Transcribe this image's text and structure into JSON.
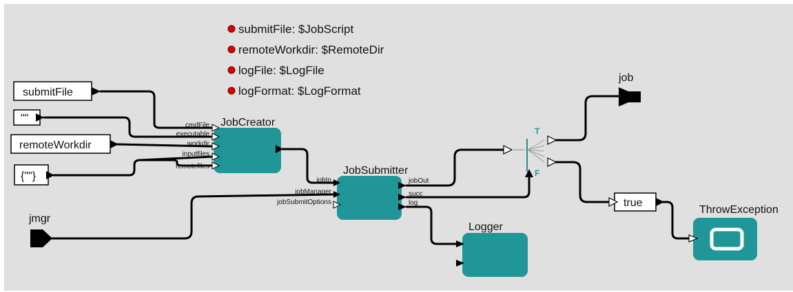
{
  "parameters": [
    {
      "text": "submitFile: $JobScript"
    },
    {
      "text": "remoteWorkdir: $RemoteDir"
    },
    {
      "text": "logFile: $LogFile"
    },
    {
      "text": "logFormat: $LogFormat"
    }
  ],
  "constants": {
    "submit_file": "submitFile",
    "empty_string": "\"\"",
    "remote_workdir": "remoteWorkdir",
    "empty_list": "{\"\"}",
    "true_const": "true"
  },
  "inputs": {
    "jmgr": "jmgr"
  },
  "outputs": {
    "job": "job"
  },
  "actors": {
    "job_creator": {
      "title": "JobCreator",
      "ports": [
        "cmdFile",
        "executable",
        "workdir",
        "inputfiles",
        "remotefiles"
      ]
    },
    "job_submitter": {
      "title": "JobSubmitter",
      "in_ports": [
        "jobIn",
        "jobManager",
        "jobSubmitOptions"
      ],
      "out_ports": [
        "jobOut",
        "succ",
        "log"
      ]
    },
    "logger": {
      "title": "Logger"
    },
    "throw_exception": {
      "title": "ThrowException"
    }
  },
  "switch": {
    "true_label": "T",
    "false_label": "F"
  },
  "colors": {
    "canvas": "#e0e0e0",
    "actor": "#219699",
    "param_dot": "#dd0000",
    "switch_label": "#219699"
  }
}
